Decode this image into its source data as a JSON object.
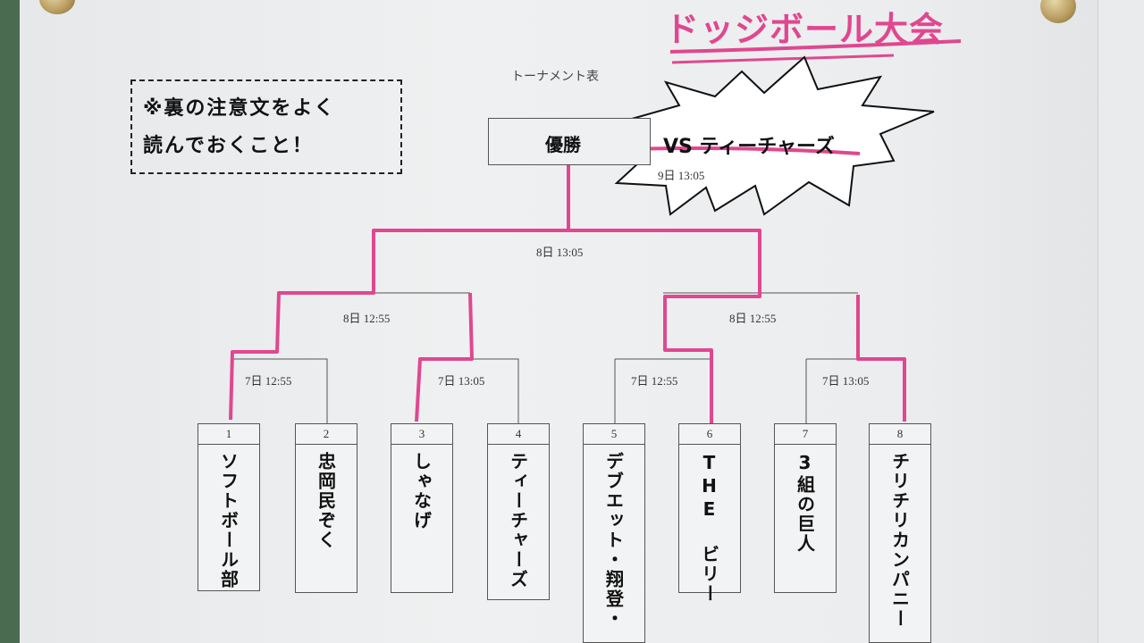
{
  "sign": {
    "title": "ドッジボール大会",
    "notice": [
      "※裏の注意文をよく",
      "読んでおくこと！"
    ],
    "bracket_caption": "トーナメント表",
    "winner_label": "優勝",
    "final_result": "VS ティーチャーズ",
    "final_time": "9日 13:05",
    "times": {
      "semi_top": "8日 13:05",
      "qf_left": "8日 12:55",
      "qf_right": "8日 12:55",
      "r1_a": "7日 12:55",
      "r1_b": "7日 13:05",
      "r1_c": "7日 12:55",
      "r1_d": "7日 13:05"
    },
    "teams": [
      {
        "num": "1",
        "name": "ソフトボール部"
      },
      {
        "num": "2",
        "name": "忠岡民ぞく"
      },
      {
        "num": "3",
        "name": "しゃなげ"
      },
      {
        "num": "4",
        "name": "ティーチャーズ"
      },
      {
        "num": "5",
        "name": "デブエット・翔登・"
      },
      {
        "num": "6",
        "name": "THE ビリー"
      },
      {
        "num": "7",
        "name": "3組の巨人"
      },
      {
        "num": "8",
        "name": "チリチリカンパニー"
      }
    ],
    "colors": {
      "highlight": "#e0478f",
      "paper": "#eceeef",
      "wall": "#4a6b4f"
    }
  }
}
